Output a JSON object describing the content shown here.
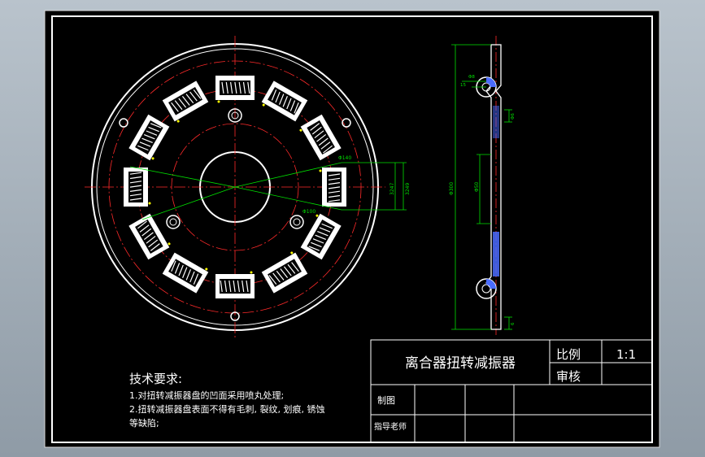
{
  "title_block": {
    "drawing_name": "离合器扭转减振器",
    "scale_label": "比例",
    "scale_value": "1:1",
    "review_label": "审核",
    "drawn_by_label": "制图",
    "advisor_label": "指导老师"
  },
  "requirements": {
    "heading": "技术要求:",
    "line1": "1.对扭转减振器盘的凹面采用喷丸处理;",
    "line2": "2.扭转减振器盘表面不得有毛刺, 裂纹, 划痕, 锈蚀",
    "line3": "等缺陷;"
  },
  "dimensions": {
    "front_dia_top": "Φ140",
    "front_dia_bottom": "Φ100",
    "side_label_a": "3247",
    "side_label_b": "3249",
    "section_total": "Φ300",
    "section_mid": "Φ50",
    "section_top_a": "Φ8",
    "section_top_b": "15",
    "section_small": "Φ6",
    "section_bottom": "6"
  },
  "colors": {
    "paper": "#000000",
    "border": "#ffffff",
    "center_line": "#ff2a2a",
    "dimension": "#00e000",
    "hatch": "#4a6cff",
    "marker": "#ffff00"
  }
}
